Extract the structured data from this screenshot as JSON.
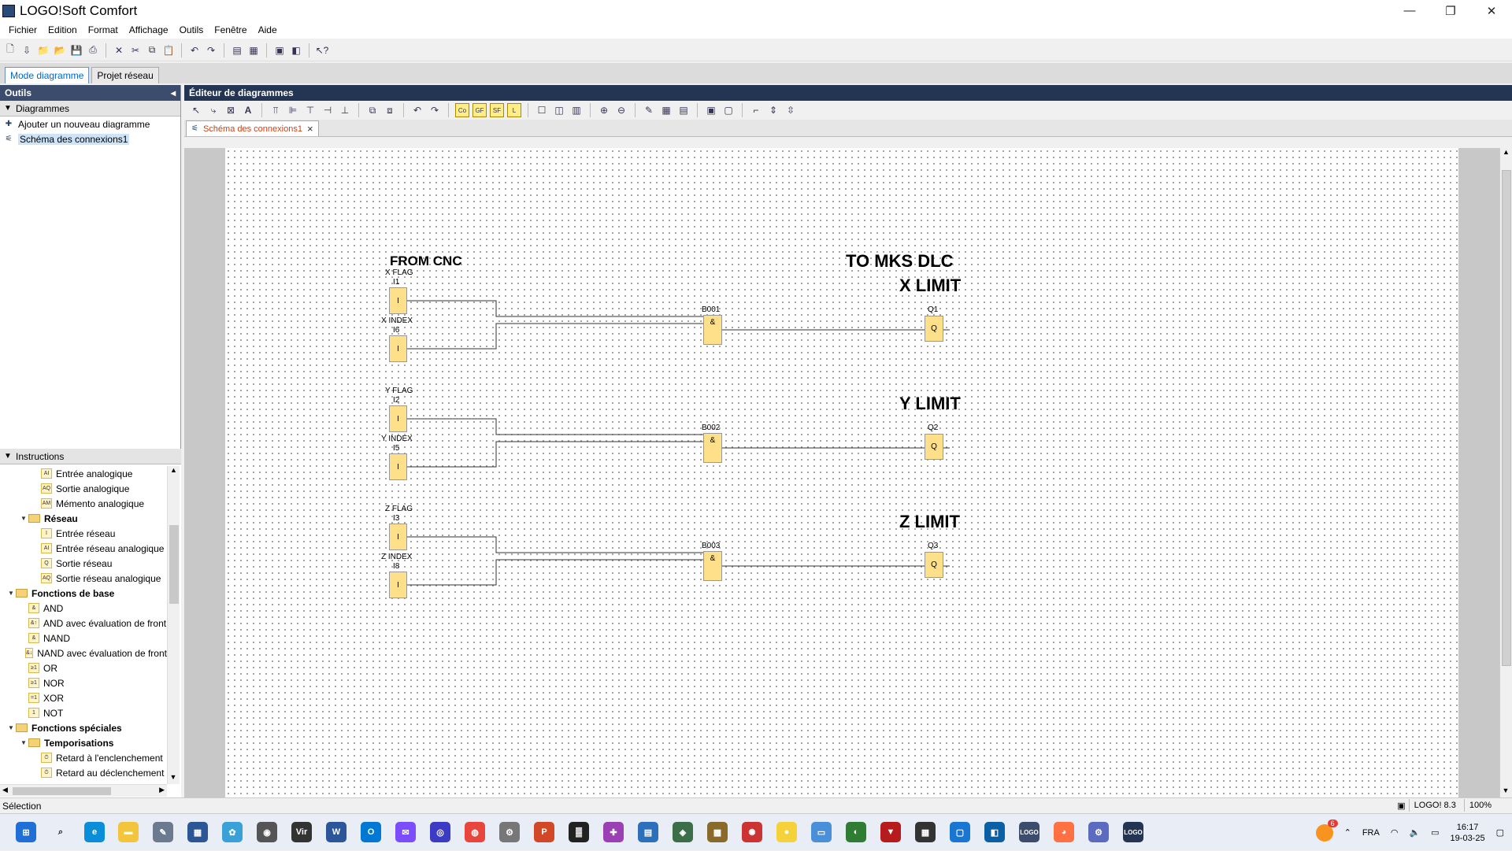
{
  "app": {
    "title": "LOGO!Soft Comfort"
  },
  "window_controls": {
    "minimize": "—",
    "restore": "❐",
    "close": "✕"
  },
  "menu": [
    "Fichier",
    "Edition",
    "Format",
    "Affichage",
    "Outils",
    "Fenêtre",
    "Aide"
  ],
  "mode_tabs": [
    {
      "label": "Mode diagramme",
      "active": true
    },
    {
      "label": "Projet réseau",
      "active": false
    }
  ],
  "tools_panel": {
    "title": "Outils",
    "diagrams_header": "Diagrammes",
    "diagram_items": [
      {
        "label": "Ajouter un nouveau diagramme",
        "icon": "add-diagram-icon"
      },
      {
        "label": "Schéma des connexions1",
        "icon": "diagram-icon",
        "selected": true
      }
    ],
    "instructions_header": "Instructions",
    "instructions": [
      {
        "label": "Entrée analogique",
        "level": 3,
        "type": "block",
        "code": "AI"
      },
      {
        "label": "Sortie analogique",
        "level": 3,
        "type": "block",
        "code": "AQ"
      },
      {
        "label": "Mémento analogique",
        "level": 3,
        "type": "block",
        "code": "AM"
      },
      {
        "label": "Réseau",
        "level": 2,
        "type": "folder",
        "expanded": true
      },
      {
        "label": "Entrée réseau",
        "level": 3,
        "type": "block",
        "code": "I"
      },
      {
        "label": "Entrée réseau analogique",
        "level": 3,
        "type": "block",
        "code": "AI"
      },
      {
        "label": "Sortie réseau",
        "level": 3,
        "type": "block",
        "code": "Q"
      },
      {
        "label": "Sortie réseau analogique",
        "level": 3,
        "type": "block",
        "code": "AQ"
      },
      {
        "label": "Fonctions de base",
        "level": 1,
        "type": "folder",
        "expanded": true
      },
      {
        "label": "AND",
        "level": 2,
        "type": "block",
        "code": "&"
      },
      {
        "label": "AND avec évaluation de front",
        "level": 2,
        "type": "block",
        "code": "&↑"
      },
      {
        "label": "NAND",
        "level": 2,
        "type": "block",
        "code": "&"
      },
      {
        "label": "NAND avec évaluation de front",
        "level": 2,
        "type": "block",
        "code": "&↓"
      },
      {
        "label": "OR",
        "level": 2,
        "type": "block",
        "code": "≥1"
      },
      {
        "label": "NOR",
        "level": 2,
        "type": "block",
        "code": "≥1"
      },
      {
        "label": "XOR",
        "level": 2,
        "type": "block",
        "code": "=1"
      },
      {
        "label": "NOT",
        "level": 2,
        "type": "block",
        "code": "1"
      },
      {
        "label": "Fonctions spéciales",
        "level": 1,
        "type": "folder",
        "expanded": true
      },
      {
        "label": "Temporisations",
        "level": 2,
        "type": "folder",
        "expanded": true
      },
      {
        "label": "Retard à l'enclenchement",
        "level": 3,
        "type": "block",
        "code": "⏱"
      },
      {
        "label": "Retard au déclenchement",
        "level": 3,
        "type": "block",
        "code": "⏱"
      }
    ]
  },
  "editor": {
    "title": "Éditeur de diagrammes",
    "doc_tab": "Schéma des connexions1",
    "diagram": {
      "header_left": "FROM CNC",
      "header_right": "TO MKS DLC",
      "rows": [
        {
          "in1_name": "X FLAG",
          "in1_id": "I1",
          "in2_name": "X INDEX",
          "in2_id": "I6",
          "block_id": "B001",
          "block_sym": "&",
          "out_id": "Q1",
          "out_name": "X LIMIT"
        },
        {
          "in1_name": "Y FLAG",
          "in1_id": "I2",
          "in2_name": "Y INDEX",
          "in2_id": "I5",
          "block_id": "B002",
          "block_sym": "&",
          "out_id": "Q2",
          "out_name": "Y LIMIT"
        },
        {
          "in1_name": "Z FLAG",
          "in1_id": "I3",
          "in2_name": "Z INDEX",
          "in2_id": "I8",
          "block_id": "B003",
          "block_sym": "&",
          "out_id": "Q3",
          "out_name": "Z LIMIT"
        }
      ],
      "input_symbol": "I",
      "output_symbol": "Q"
    }
  },
  "status": {
    "left": "Sélection",
    "device": "LOGO! 8.3",
    "zoom": "100%"
  },
  "taskbar": {
    "lang": "FRA",
    "time": "16:17",
    "date": "19-03-25",
    "badge": "6"
  },
  "colors": {
    "block_fill": "#ffe08a",
    "panel_header": "#3c4c6c",
    "active_tab_text": "#0066cc",
    "doc_tab_text": "#d04010"
  }
}
